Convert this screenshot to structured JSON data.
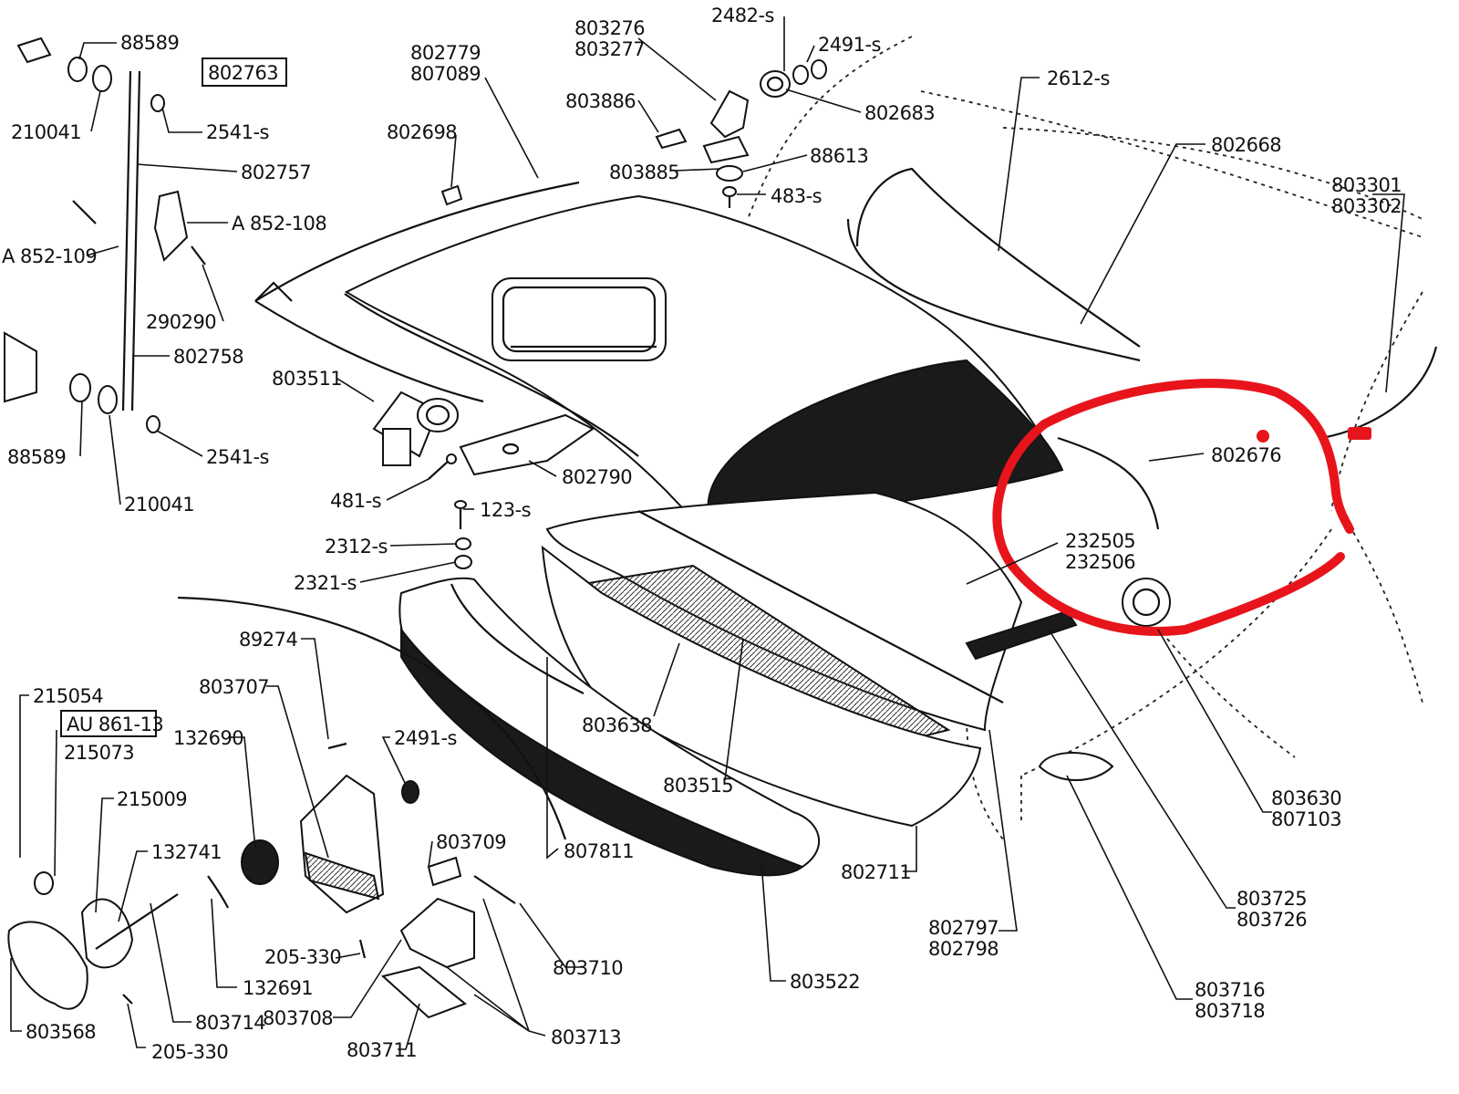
{
  "diagram": {
    "highlight_color": "#e8141b",
    "labels": {
      "p88589_top": "88589",
      "p802763": "802763",
      "p210041_top": "210041",
      "p2541s_top": "2541-s",
      "p802757": "802757",
      "pA852108": "A 852-108",
      "pA852109": "A 852-109",
      "p290290": "290290",
      "p802758": "802758",
      "p88589_bot": "88589",
      "p2541s_bot": "2541-s",
      "p210041_bot": "210041",
      "p802779": "802779",
      "p807089": "807089",
      "p802698": "802698",
      "p803276": "803276",
      "p803277": "803277",
      "p2482s": "2482-s",
      "p2491s_top": "2491-s",
      "p803886": "803886",
      "p802683": "802683",
      "p88613": "88613",
      "p803885": "803885",
      "p483s": "483-s",
      "p2612s": "2612-s",
      "p802668": "802668",
      "p803301": "803301",
      "p803302": "803302",
      "p802676": "802676",
      "p232505": "232505",
      "p232506": "232506",
      "p803511": "803511",
      "p802790": "802790",
      "p481s": "481-s",
      "p123s": "123-s",
      "p2312s": "2312-s",
      "p2321s": "2321-s",
      "p89274": "89274",
      "p803707": "803707",
      "p132690": "132690",
      "p2491s_bot": "2491-s",
      "p215054": "215054",
      "pAU86113": "AU 861-13",
      "p215073": "215073",
      "p215009": "215009",
      "p132741": "132741",
      "p803709": "803709",
      "p803638": "803638",
      "p803515": "803515",
      "p807811": "807811",
      "p205330_mid": "205-330",
      "p132691": "132691",
      "p803710": "803710",
      "p803568": "803568",
      "p803714": "803714",
      "p803708": "803708",
      "p803713": "803713",
      "p803711": "803711",
      "p205330_bot": "205-330",
      "p803522": "803522",
      "p802711": "802711",
      "p802797": "802797",
      "p802798": "802798",
      "p803630": "803630",
      "p807103": "807103",
      "p803725": "803725",
      "p803726": "803726",
      "p803716": "803716",
      "p803718": "803718"
    }
  }
}
